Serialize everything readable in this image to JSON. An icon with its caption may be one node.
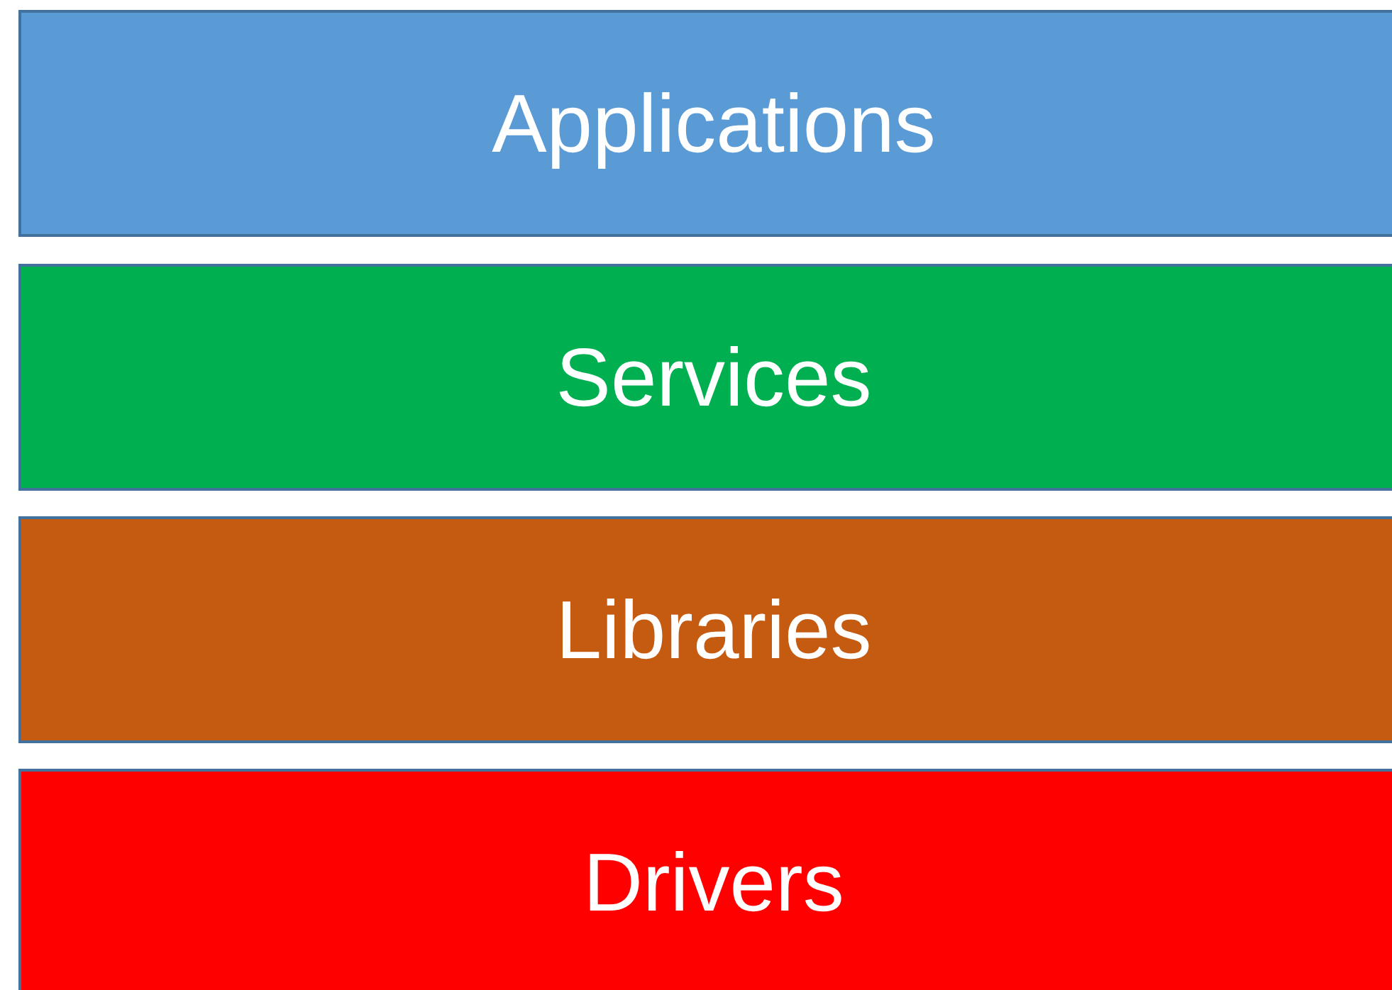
{
  "diagram": {
    "nodes": [
      {
        "text": [
          "Applications"
        ]
      },
      {
        "text": [
          "Services"
        ]
      },
      {
        "text": [
          "Libraries"
        ]
      },
      {
        "text": [
          "Drivers"
        ]
      }
    ]
  }
}
